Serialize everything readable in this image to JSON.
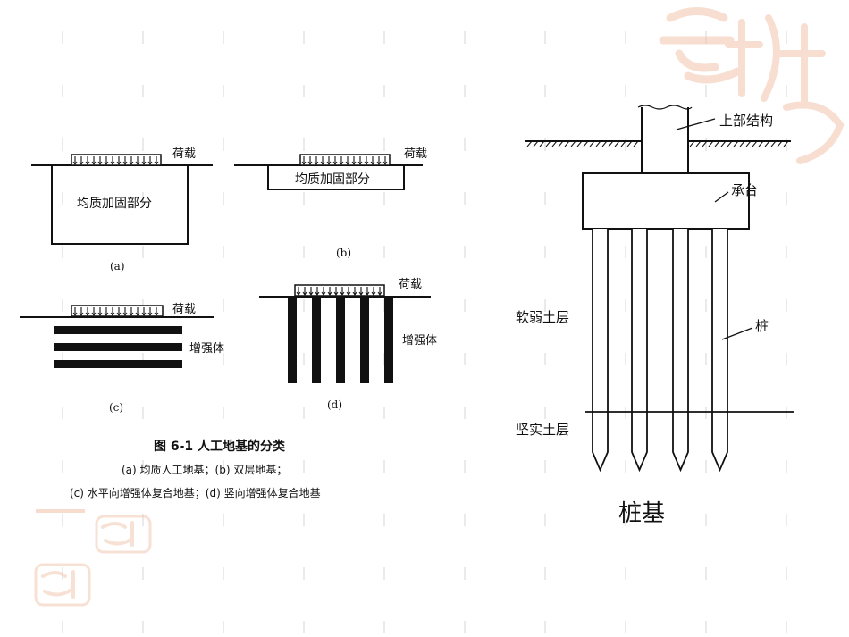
{
  "figure_left": {
    "load_label_a": "荷载",
    "body_label_a": "均质加固部分",
    "tag_a": "(a)",
    "load_label_b": "荷载",
    "body_label_b": "均质加固部分",
    "tag_b": "(b)",
    "load_label_c": "荷载",
    "reinforce_label_c": "增强体",
    "tag_c": "(c)",
    "load_label_d": "荷载",
    "reinforce_label_d": "增强体",
    "tag_d": "(d)",
    "caption_title": "图 6-1    人工地基的分类",
    "caption_line1": "(a) 均质人工地基；(b) 双层地基；",
    "caption_line2": "(c) 水平向增强体复合地基；(d) 竖向增强体复合地基"
  },
  "figure_right": {
    "superstructure": "上部结构",
    "pile_cap": "承台",
    "soft_layer": "软弱土层",
    "pile": "桩",
    "hard_layer": "坚实土层",
    "title": "桩基"
  },
  "colors": {
    "ink": "#111111",
    "watermark": "#f3cdb8",
    "dash": "#e6e6e6"
  }
}
